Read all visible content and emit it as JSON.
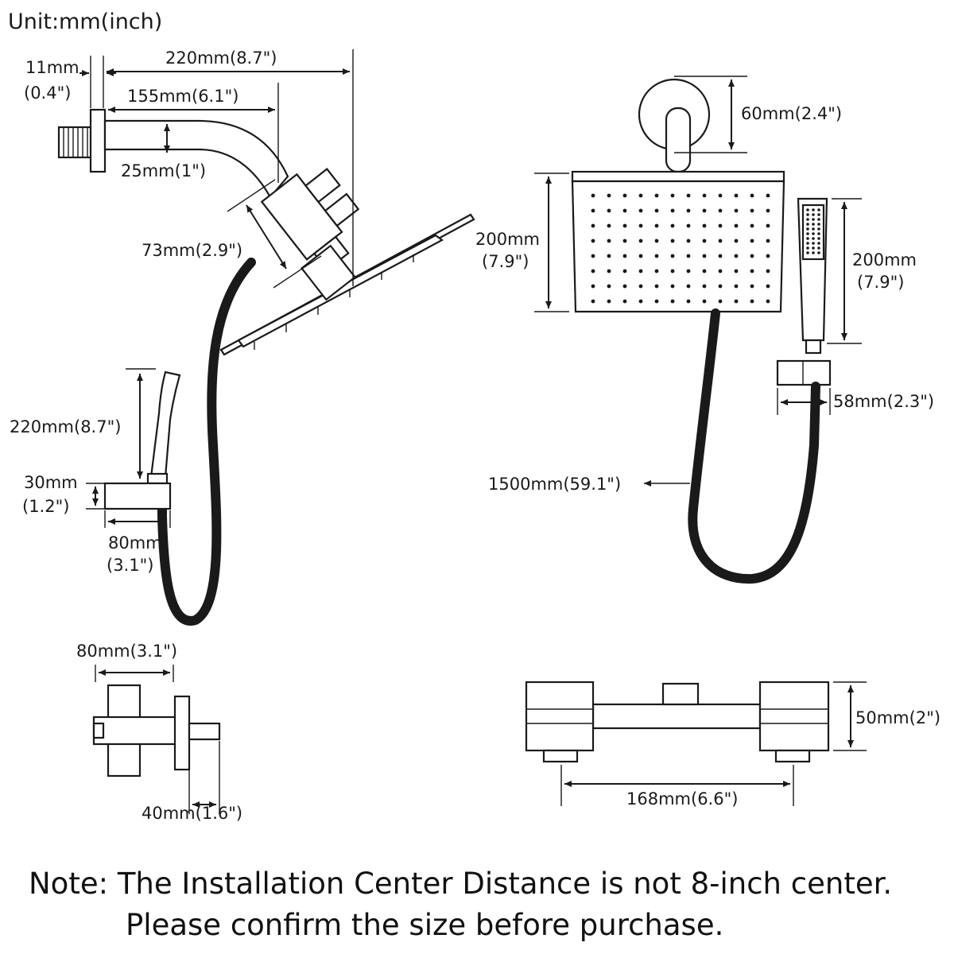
{
  "unit_label": "Unit:mm(inch)",
  "dimensions": {
    "arm_total_length": "220mm(8.7\")",
    "arm_reach": "155mm(6.1\")",
    "flange_thickness_mm": "11mm",
    "flange_thickness_in": "(0.4\")",
    "arm_drop": "25mm(1\")",
    "diverter_height": "73mm(2.9\")",
    "handheld_length_mm": "220mm(8.7\")",
    "holder_height_mm": "30mm",
    "holder_height_in": "(1.2\")",
    "holder_depth_mm": "80mm",
    "holder_depth_in": "(3.1\")",
    "valve_depth": "80mm(3.1\")",
    "valve_spout": "40mm(1.6\")",
    "escutcheon_diameter": "60mm(2.4\")",
    "showerhead_size_mm": "200mm",
    "showerhead_size_in": "(7.9\")",
    "handshower_length_mm": "200mm",
    "handshower_length_in": "(7.9\")",
    "bracket_width": "58mm(2.3\")",
    "hose_length": "1500mm(59.1\")",
    "valve_height": "50mm(2\")",
    "valve_center_distance": "168mm(6.6\")"
  },
  "note": {
    "line1": "Note: The Installation Center Distance is not 8-inch center.",
    "line2": "Please confirm the size before purchase."
  }
}
